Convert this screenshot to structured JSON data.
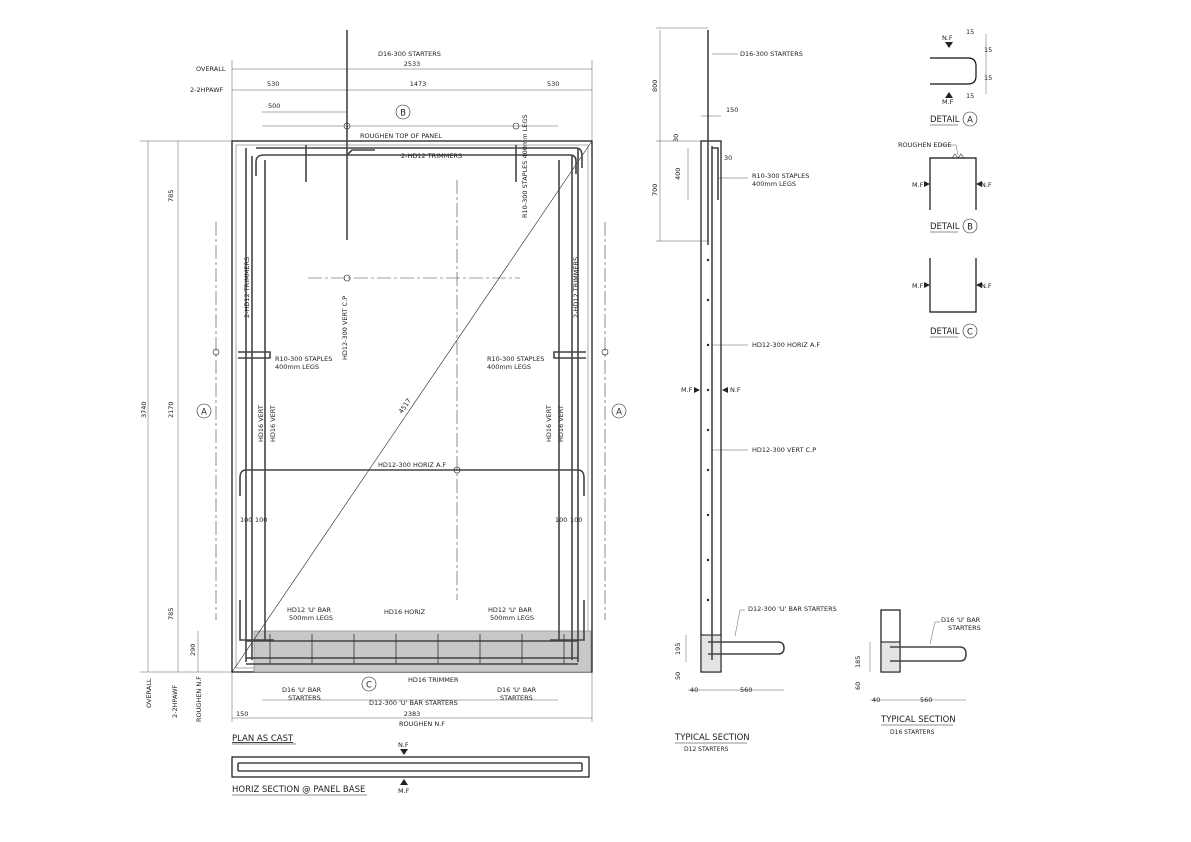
{
  "plan": {
    "title": "PLAN AS CAST",
    "dim_overall_label": "OVERALL",
    "dim_overall": "2533",
    "dim_2hpawf_label": "2-2HPAWF",
    "dim_left": "530",
    "dim_mid": "1473",
    "dim_right": "530",
    "dim_500": "500",
    "dim_150": "150",
    "dim_2383": "2383",
    "roughen_nf": "ROUGHEN N.F",
    "starters_top": "D16-300 STARTERS",
    "roughen_top": "ROUGHEN TOP OF PANEL",
    "trimmers_top": "2-HD12 TRIMMERS",
    "staples_right_vert": "R10-300 STAPLES 400mm LEGS",
    "trimmers_left": "2-HD12 TRIMMERS",
    "trimmers_right": "2-HD12 TRIMMERS",
    "vert_cp": "HD12-300 VERT C.P",
    "staples_left": "R10-300 STAPLES",
    "staples_left_2": "400mm LEGS",
    "staples_right": "R10-300 STAPLES",
    "staples_right_2": "400mm LEGS",
    "hd16_vert": "HD16 VERT",
    "diag": "4517",
    "horiz_af": "HD12-300 HORIZ A.F",
    "d100": "100",
    "ubar_left": "HD12 'U' BAR",
    "ubar_left_2": "500mm LEGS",
    "hd16_horiz": "HD16 HORIZ",
    "ubar_right": "HD12 'U' BAR",
    "ubar_right_2": "500mm LEGS",
    "hd16_trimmer": "HD16 TRIMMER",
    "d16u_left": "D16 'U' BAR",
    "d16u_left_2": "STARTERS",
    "d16u_right": "D16 'U' BAR",
    "d16u_right_2": "STARTERS",
    "d12u_starters": "D12-300 'U' BAR STARTERS",
    "h3740": "3740",
    "h785_top": "785",
    "h2170": "2170",
    "h785_bot": "785",
    "h290": "290",
    "v_overall": "OVERALL",
    "v_2hpawf": "2-2HPAWF",
    "v_roughen": "ROUGHEN N.F",
    "callout_A": "A",
    "callout_B": "B",
    "callout_C": "C"
  },
  "horiz_section": {
    "title": "HORIZ SECTION @ PANEL BASE",
    "nf": "N.F",
    "mf": "M.F"
  },
  "typical_d12": {
    "title": "TYPICAL SECTION",
    "subtitle": "D12 STARTERS",
    "starters": "D16-300 STARTERS",
    "d800": "800",
    "d700": "700",
    "d150": "150",
    "d30a": "30",
    "d30b": "30",
    "d400": "400",
    "staples": "R10-300 STAPLES",
    "staples_2": "400mm LEGS",
    "horiz_af": "HD12-300 HORIZ A.F",
    "mf": "M.F",
    "nf": "N.F",
    "vert_cp": "HD12-300 VERT C.P",
    "ubar": "D12-300 'U' BAR STARTERS",
    "d195": "195",
    "d50": "50",
    "d40": "40",
    "d560": "560"
  },
  "typical_d16": {
    "title": "TYPICAL SECTION",
    "subtitle": "D16 STARTERS",
    "ubar": "D16 'U' BAR",
    "ubar_2": "STARTERS",
    "d185": "185",
    "d60": "60",
    "d40": "40",
    "d560": "560"
  },
  "details": {
    "a_title": "DETAIL",
    "a_letter": "A",
    "a_nf": "N.F",
    "a_mf": "M.F",
    "a_15a": "15",
    "a_15b": "15",
    "a_15c": "15",
    "a_15d": "15",
    "b_title": "DETAIL",
    "b_letter": "B",
    "b_roughen": "ROUGHEN EDGE",
    "b_mf": "M.F",
    "b_nf": "N.F",
    "c_title": "DETAIL",
    "c_letter": "C",
    "c_mf": "M.F",
    "c_nf": "N.F"
  }
}
